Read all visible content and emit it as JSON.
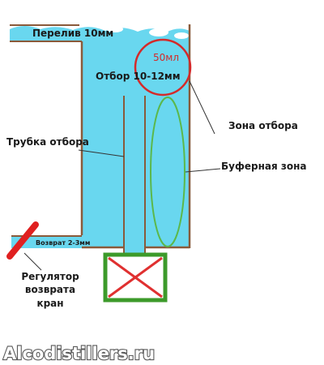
{
  "labels": {
    "overflow": "Перелив 10мм",
    "takeoff": "Отбор 10-12мм",
    "volume": "50мл",
    "takeoff_zone": "Зона отбора",
    "takeoff_tube": "Трубка отбора",
    "buffer_zone": "Буферная зона",
    "return_gap": "Возврат 2-3мм",
    "regulator_line1": "Регулятор",
    "regulator_line2": "возврата",
    "regulator_line3": "кран"
  },
  "watermark": "Alcodistillers.ru",
  "colors": {
    "liquid": "#69d7ef",
    "wall": "#8a5a3a",
    "circle": "#d42a2a",
    "ellipse": "#5bb84a",
    "valve": "#e02020",
    "box": "#3c9a2a",
    "cross": "#e03030"
  }
}
